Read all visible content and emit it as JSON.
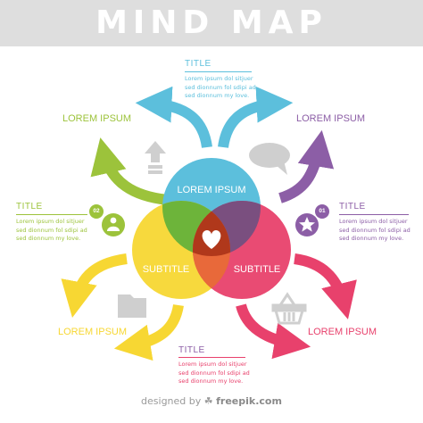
{
  "header": {
    "title": "MIND MAP"
  },
  "center": {
    "top_circle": "LOREM IPSUM",
    "left_circle": "SUBTITLE",
    "right_circle": "SUBTITLE",
    "center_icon": "heart-icon"
  },
  "branches": {
    "top": {
      "title": "TITLE",
      "lines": [
        "Lorem ipsum dol sitjuer",
        "sed dionnum fol sdipi ad",
        "sed dionnum my love."
      ]
    },
    "left": {
      "badge": "02",
      "title": "TITLE",
      "lines": [
        "Lorem ipsum dol sitjuer",
        "sed dionnum fol sdipi ad",
        "sed dionnum my love."
      ]
    },
    "right": {
      "badge": "01",
      "title": "TITLE",
      "lines": [
        "Lorem ipsum dol sitjuer",
        "sed dionnum fol sdipi ad",
        "sed dionnum my love."
      ]
    },
    "bottom": {
      "title": "TITLE",
      "lines": [
        "Lorem ipsum dol sitjuer",
        "sed dionnum fol sdipi ad",
        "sed dionnum my love."
      ]
    },
    "upper_left": {
      "label": "LOREM IPSUM"
    },
    "upper_right": {
      "label": "LOREM IPSUM"
    },
    "lower_left": {
      "label": "LOREM IPSUM"
    },
    "lower_right": {
      "label": "LOREM IPSUM"
    }
  },
  "icons": {
    "upload": "upload-arrow-icon",
    "speech": "speech-bubble-icon",
    "folder": "folder-icon",
    "basket": "basket-icon",
    "person": "person-icon",
    "star": "star-icon"
  },
  "colors": {
    "blue": "#5cbfdc",
    "yellow": "#f7d733",
    "pink": "#e8416c",
    "green": "#9cc33b",
    "purple": "#8c5ea6",
    "grey": "#cfcfcf"
  },
  "footer": {
    "prefix": "designed by",
    "brand": "freepik.com"
  }
}
